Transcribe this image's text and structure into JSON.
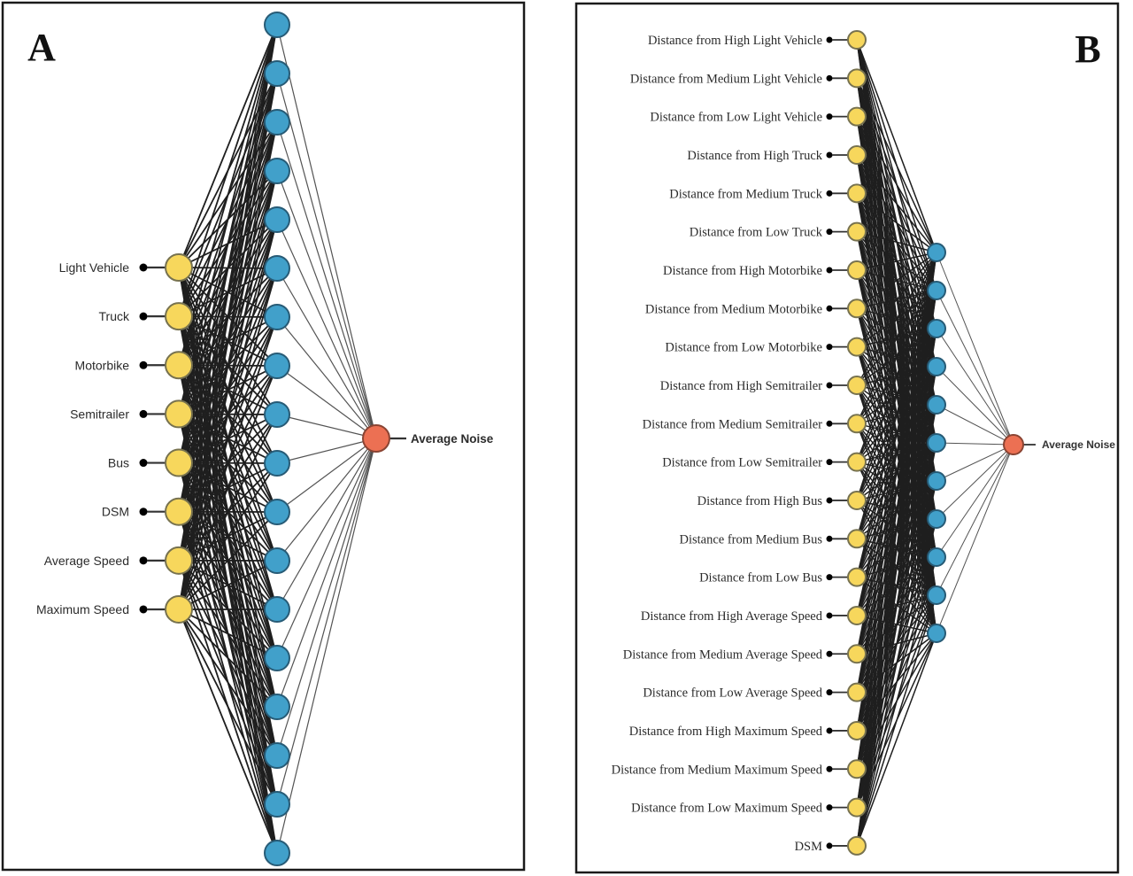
{
  "figure": {
    "panels": [
      {
        "label": "A",
        "inputs": [
          "Light Vehicle",
          "Truck",
          "Motorbike",
          "Semitrailer",
          "Bus",
          "DSM",
          "Average Speed",
          "Maximum Speed"
        ],
        "hidden_count": 18,
        "output_label": "Average Noise"
      },
      {
        "label": "B",
        "inputs": [
          "Distance from High Light Vehicle",
          "Distance from Medium Light Vehicle",
          "Distance from Low Light Vehicle",
          "Distance from High Truck",
          "Distance from Medium Truck",
          "Distance from Low Truck",
          "Distance from High Motorbike",
          "Distance from Medium Motorbike",
          "Distance from Low Motorbike",
          "Distance from High Semitrailer",
          "Distance from Medium Semitrailer",
          "Distance from Low Semitrailer",
          "Distance from High Bus",
          "Distance from Medium Bus",
          "Distance from Low Bus",
          "Distance from High Average Speed",
          "Distance from Medium Average Speed",
          "Distance from Low Average Speed",
          "Distance from High Maximum Speed",
          "Distance from Medium Maximum Speed",
          "Distance from Low Maximum Speed",
          "DSM"
        ],
        "hidden_count": 11,
        "output_label": "Average Noise"
      }
    ],
    "colors": {
      "input_fill": "#F7D75C",
      "input_stroke": "#77724F",
      "hidden_fill": "#41A0CA",
      "hidden_stroke": "#275B76",
      "output_fill": "#EC7053",
      "output_stroke": "#8A4433",
      "edge": "#000000",
      "edge_to_output": "#4A4A4A",
      "dot": "#000000",
      "label_text": "#2B2B2B"
    }
  }
}
